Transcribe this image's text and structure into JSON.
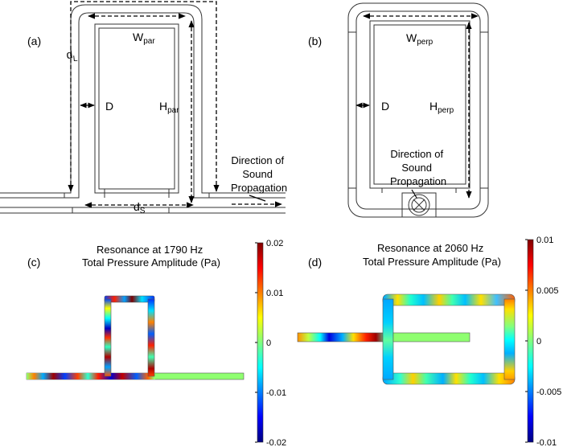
{
  "panel_a": {
    "label": "(a)",
    "w_main": "W",
    "w_sub": "par",
    "h_main": "H",
    "h_sub": "par",
    "d_label": "D",
    "dl_main": "d",
    "dl_sub": "L",
    "ds_main": "d",
    "ds_sub": "S",
    "direction_lines": [
      "Direction of",
      "Sound",
      "Propagation"
    ]
  },
  "panel_b": {
    "label": "(b)",
    "w_main": "W",
    "w_sub": "perp",
    "h_main": "H",
    "h_sub": "perp",
    "d_label": "D",
    "direction_lines": [
      "Direction of",
      "Sound",
      "Propagation"
    ]
  },
  "panel_c": {
    "label": "(c)",
    "title_line1": "Resonance at 1790 Hz",
    "title_line2": "Total Pressure Amplitude (Pa)",
    "colorbar_ticks": [
      "0.02",
      "0.01",
      "0",
      "-0.01",
      "-0.02"
    ],
    "colorbar_range": [
      -0.02,
      0.02
    ]
  },
  "panel_d": {
    "label": "(d)",
    "title_line1": "Resonance at 2060 Hz",
    "title_line2": "Total Pressure Amplitude (Pa)",
    "colorbar_ticks": [
      "0.01",
      "0.005",
      "0",
      "-0.005",
      "-0.01"
    ],
    "colorbar_range": [
      -0.01,
      0.01
    ]
  },
  "colormap": [
    "#00007f",
    "#0000ff",
    "#007fff",
    "#00ffff",
    "#7fff7f",
    "#ffff00",
    "#ff7f00",
    "#ff0000",
    "#7f0000"
  ]
}
